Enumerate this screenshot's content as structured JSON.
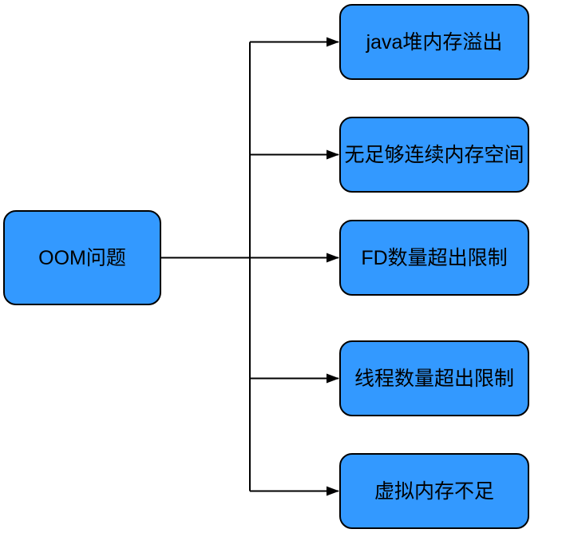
{
  "diagram": {
    "type": "flowchart",
    "direction": "left-to-right",
    "root": {
      "label": "OOM问题"
    },
    "children": [
      {
        "label": "java堆内存溢出"
      },
      {
        "label": "无足够连续内存空间"
      },
      {
        "label": "FD数量超出限制"
      },
      {
        "label": "线程数量超出限制"
      },
      {
        "label": "虚拟内存不足"
      }
    ],
    "edges": [
      {
        "from": "OOM问题",
        "to": "java堆内存溢出",
        "arrow": "end"
      },
      {
        "from": "OOM问题",
        "to": "无足够连续内存空间",
        "arrow": "end"
      },
      {
        "from": "OOM问题",
        "to": "FD数量超出限制",
        "arrow": "end"
      },
      {
        "from": "OOM问题",
        "to": "线程数量超出限制",
        "arrow": "end"
      },
      {
        "from": "OOM问题",
        "to": "虚拟内存不足",
        "arrow": "end"
      }
    ],
    "colors": {
      "node_fill": "#3399FF",
      "node_border": "#000000",
      "connector": "#000000",
      "text": "#000000",
      "background": "#FFFFFF"
    }
  }
}
